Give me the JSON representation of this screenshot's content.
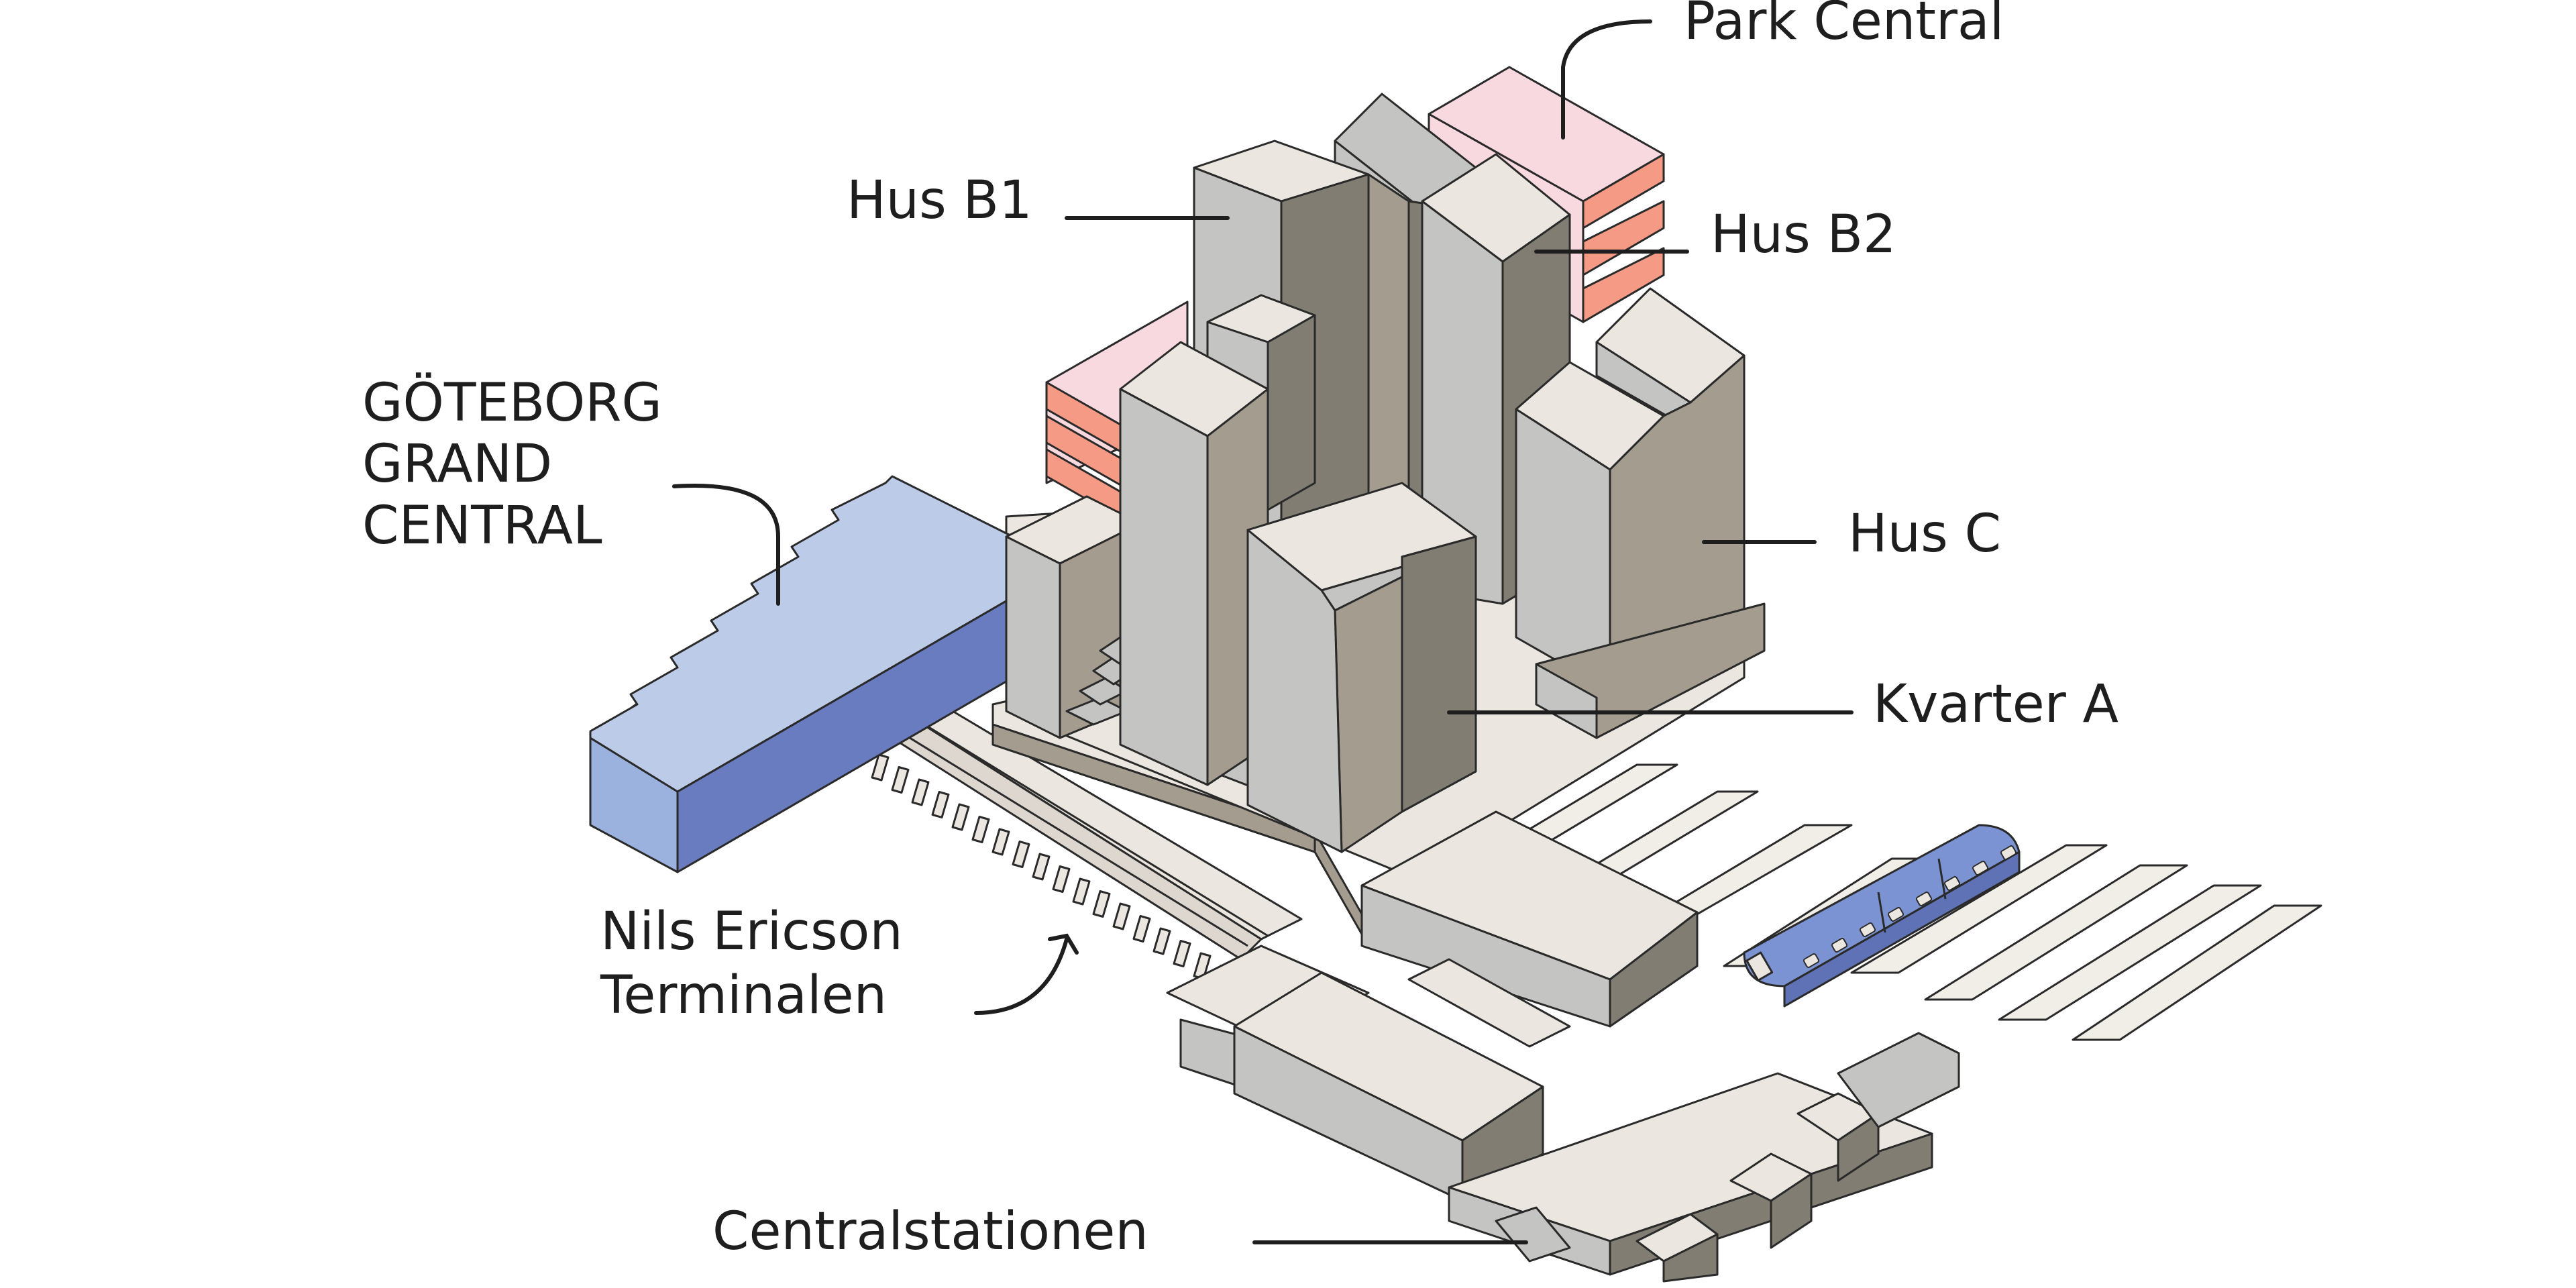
{
  "labels": {
    "park_central": "Park Central",
    "hus_b1": "Hus B1",
    "hus_b2": "Hus B2",
    "hus_c": "Hus C",
    "kvarter_a": "Kvarter A",
    "goteborg": [
      "GÖTEBORG",
      "GRAND",
      "CENTRAL"
    ],
    "nils_ericson": [
      "Nils Ericson",
      "Terminalen"
    ],
    "centralstationen": "Centralstationen"
  },
  "colors": {
    "top": "#ece6e0",
    "light": "#c4c4c2",
    "mid": "#a39c8f",
    "dark": "#817d73",
    "pink_top": "#f8d9df",
    "coral": "#f59a85",
    "blue_light": "#bccbe8",
    "blue_dark": "#6a7cc0",
    "blue_front": "#9bb1de",
    "train": "#7b93d3"
  }
}
